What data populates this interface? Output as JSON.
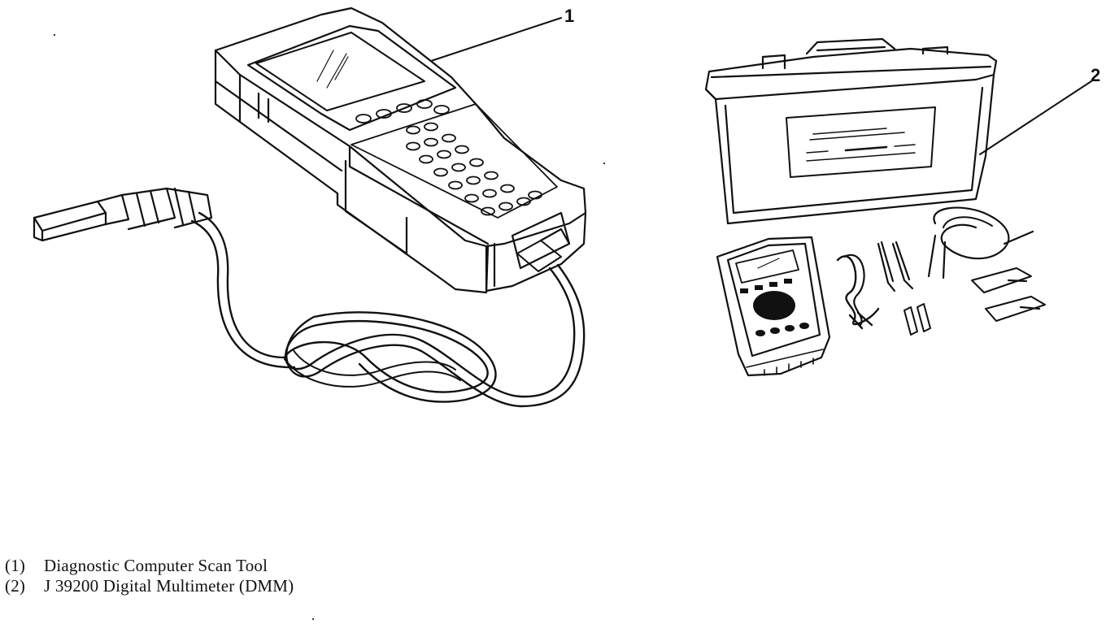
{
  "callouts": [
    {
      "number": "1"
    },
    {
      "number": "2"
    }
  ],
  "legend": [
    {
      "number": "(1)",
      "text": "Diagnostic Computer Scan Tool"
    },
    {
      "number": "(2)",
      "text": "J 39200 Digital Multimeter (DMM)"
    }
  ]
}
